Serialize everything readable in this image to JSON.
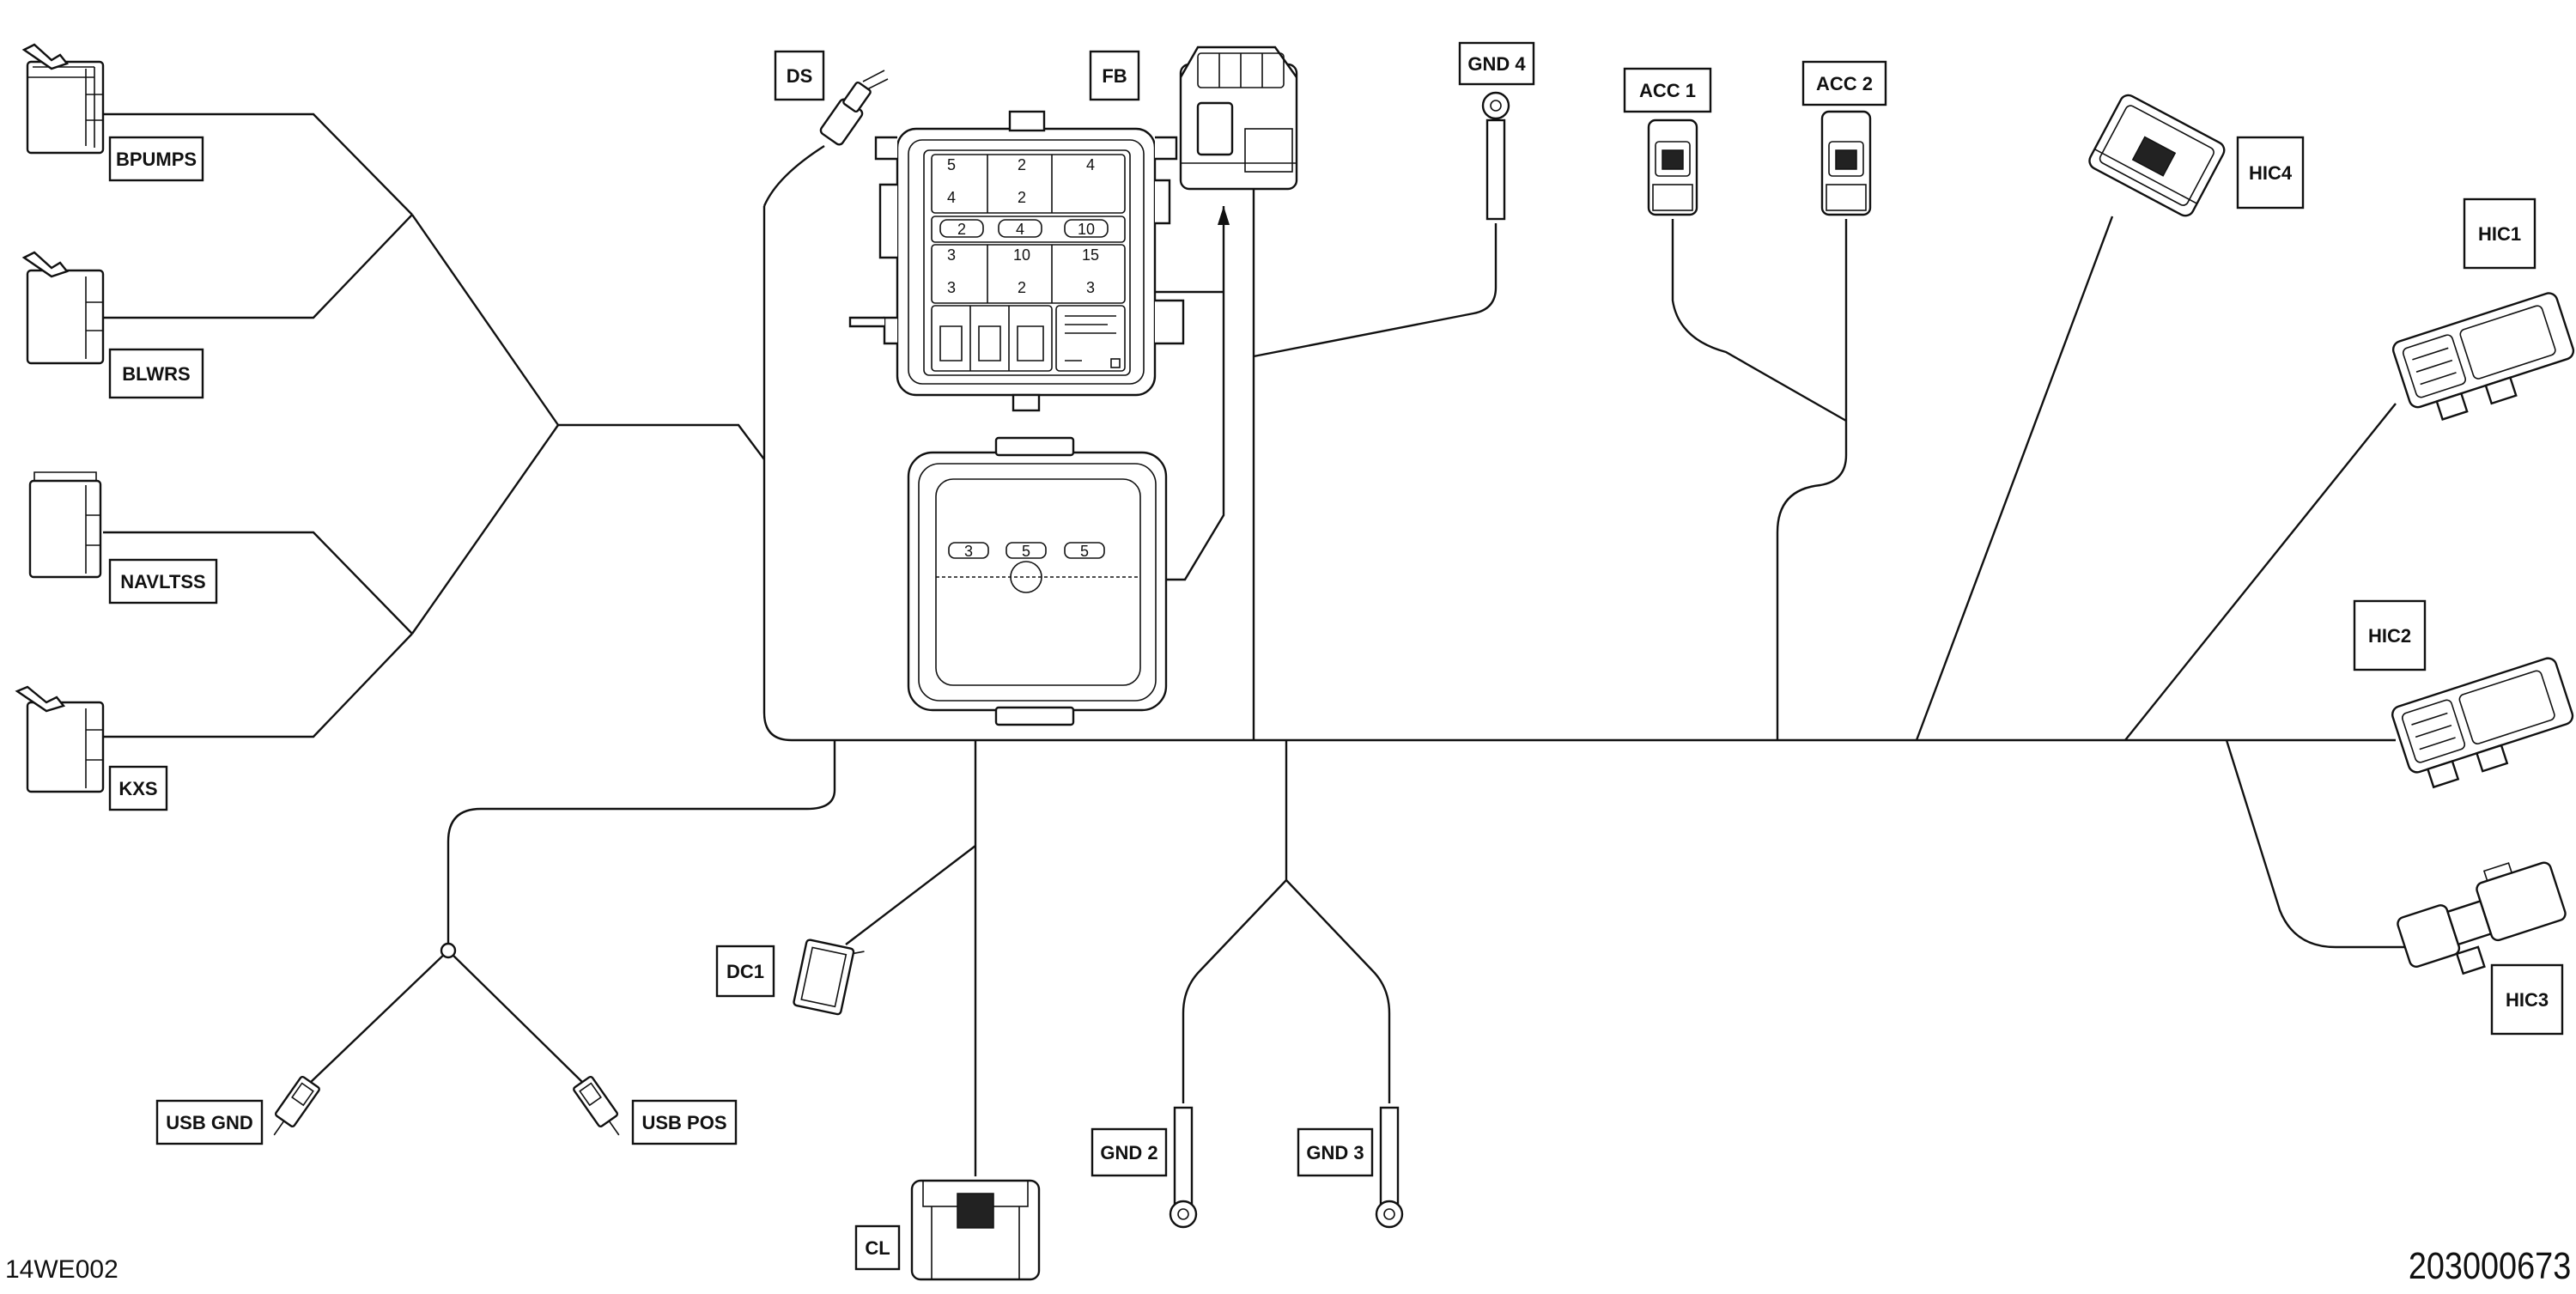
{
  "labels": {
    "bpumps": "BPUMPS",
    "blwrs": "BLWRS",
    "navltss": "NAVLTSS",
    "kxs": "KXS",
    "ds": "DS",
    "fb": "FB",
    "gnd4": "GND 4",
    "acc1": "ACC 1",
    "acc2": "ACC 2",
    "hic4": "HIC4",
    "hic1": "HIC1",
    "hic2": "HIC2",
    "hic3": "HIC3",
    "dc1": "DC1",
    "usb_gnd": "USB GND",
    "usb_pos": "USB POS",
    "gnd2": "GND 2",
    "gnd3": "GND 3",
    "cl": "CL"
  },
  "fuse_box": {
    "row1": [
      "5",
      "2",
      "4"
    ],
    "row2": [
      "4",
      "2"
    ],
    "row3": [
      "2",
      "4",
      "10"
    ],
    "row4": [
      "3",
      "10",
      "15"
    ],
    "row5": [
      "3",
      "2",
      "3"
    ],
    "cover": [
      "3",
      "5",
      "5"
    ]
  },
  "codes": {
    "drawing_id": "14WE002",
    "part_number": "203000673"
  }
}
